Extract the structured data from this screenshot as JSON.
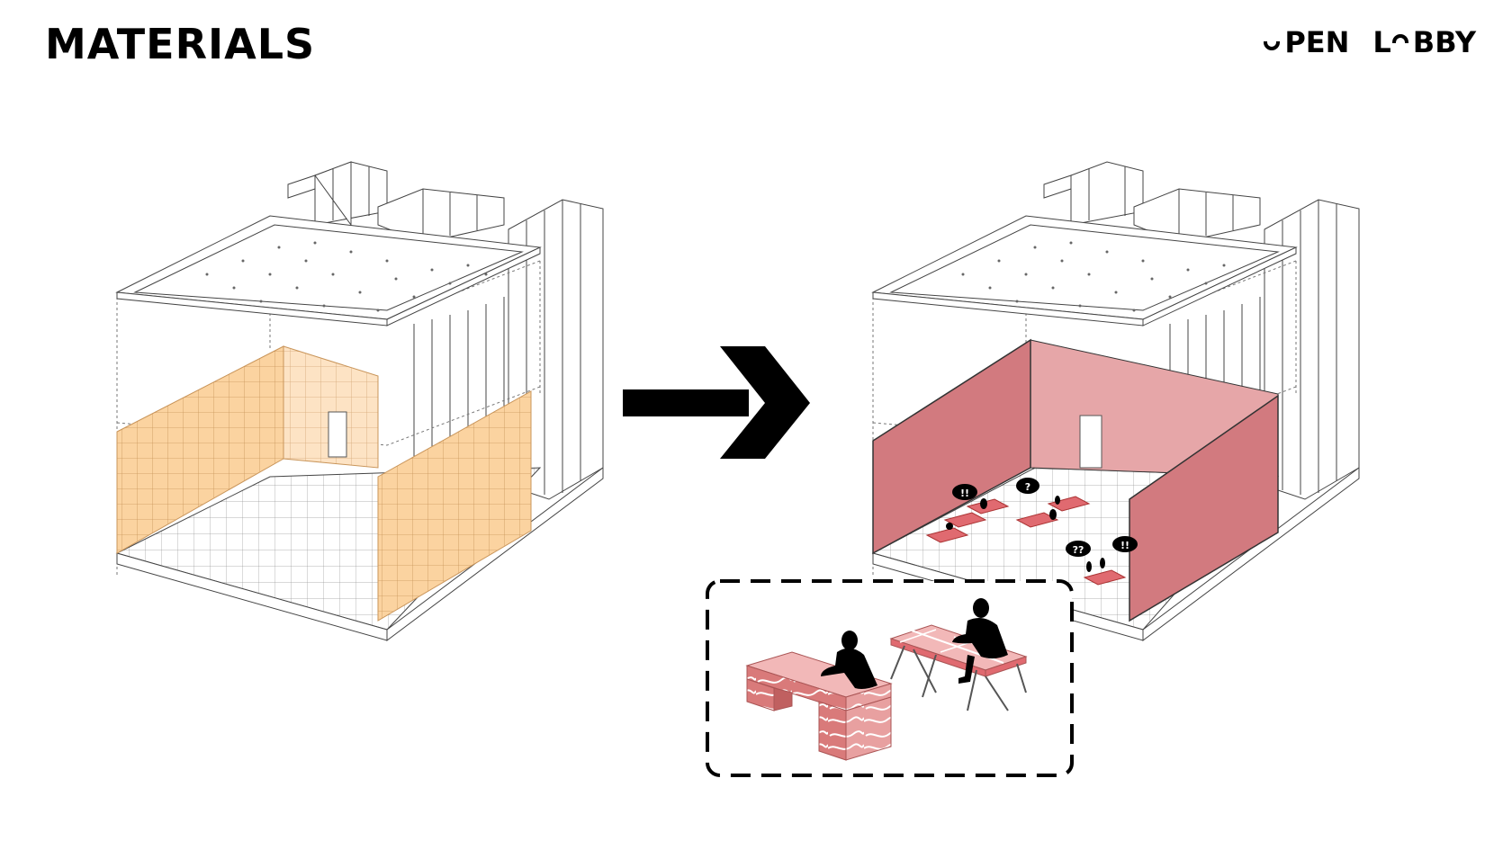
{
  "header": {
    "title": "MATERIALS"
  },
  "logo": {
    "word1_rest": "PEN",
    "word2_first": "L",
    "word2_rest": "BBY"
  },
  "annotations": {
    "bubble_exclaim": "!!",
    "bubble_question": "?",
    "bubble_double_question": "??"
  },
  "colors": {
    "orange_wall": "#fbd3a0",
    "orange_wall_back": "#fde3c4",
    "red_wall": "#d27a7f",
    "red_wall_back": "#e6a6a8",
    "table_pink": "#eba5a5",
    "table_red": "#e06a70",
    "line": "#333333",
    "accent": "#000000"
  },
  "icons": {
    "arrow": "arrow-right-icon",
    "logo_o": "cup-down-glyph",
    "logo_o2": "cup-up-glyph"
  }
}
